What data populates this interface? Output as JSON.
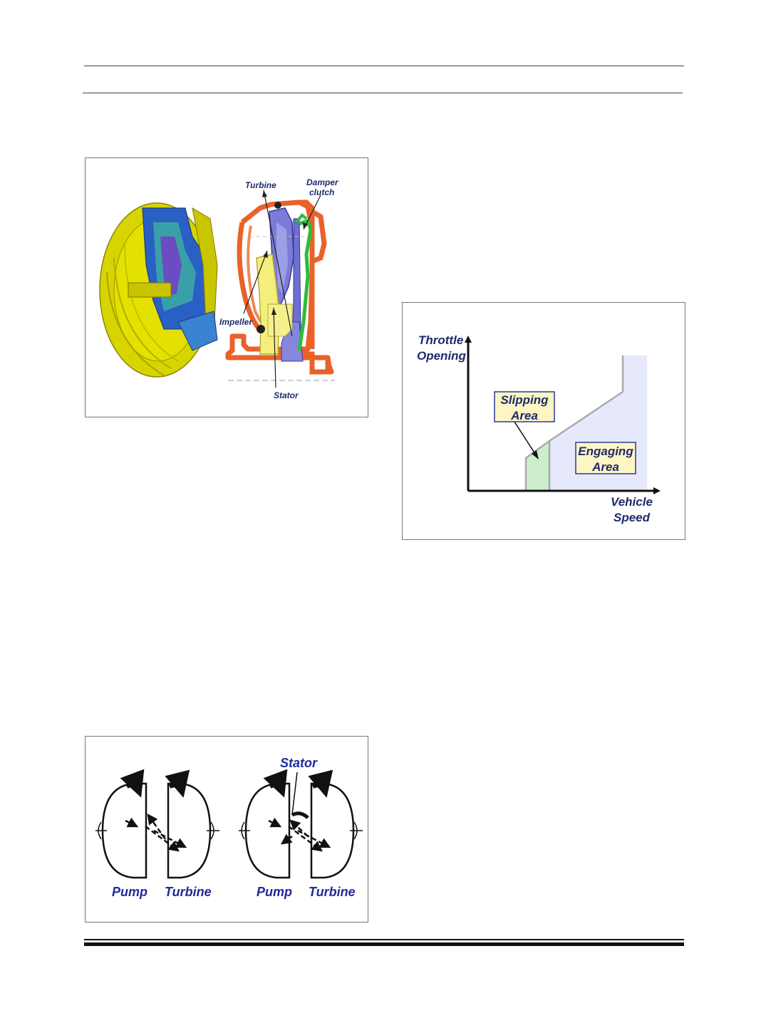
{
  "converter_figure": {
    "labels": {
      "turbine": "Turbine",
      "damper_line1": "Damper",
      "damper_line2": "clutch",
      "impeller": "Impeller",
      "stator": "Stator"
    }
  },
  "slip_chart": {
    "labels": {
      "y_axis_line1": "Throttle",
      "y_axis_line2": "Opening",
      "x_axis_line1": "Vehicle",
      "x_axis_line2": "Speed",
      "slipping_line1": "Slipping",
      "slipping_line2": "Area",
      "engaging_line1": "Engaging",
      "engaging_line2": "Area"
    },
    "colors": {
      "slipping_fill": "#cdeecb",
      "engaging_fill": "#e6e8fb",
      "label_box": "#fdf6c4",
      "label_border": "#2a3a9a"
    }
  },
  "flow_figure": {
    "labels": {
      "pump_left": "Pump",
      "turbine_left": "Turbine",
      "stator": "Stator",
      "pump_right": "Pump",
      "turbine_right": "Turbine"
    }
  }
}
